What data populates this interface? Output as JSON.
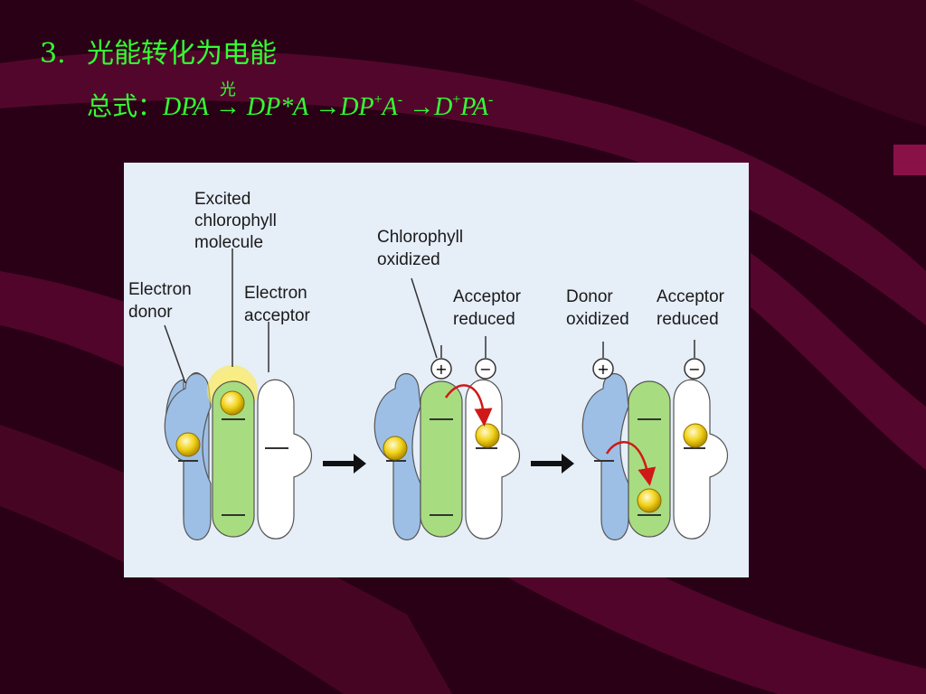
{
  "heading": {
    "number": "3.",
    "title": "光能转化为电能"
  },
  "formula": {
    "prefix": "总式：",
    "light": "光",
    "t1": "DPA",
    "arrow": "→",
    "t2": "DP*A",
    "t3": "DP",
    "t3sup": "+",
    "t4": "A",
    "t4sup": "-",
    "t5": "D",
    "t5sup": "+",
    "t6": "PA",
    "t6sup": "-"
  },
  "figure": {
    "labels": {
      "excited_l1": "Excited",
      "excited_l2": "chlorophyll",
      "excited_l3": "molecule",
      "donor_l1": "Electron",
      "donor_l2": "donor",
      "acceptor_l1": "Electron",
      "acceptor_l2": "acceptor",
      "chl_ox_l1": "Chlorophyll",
      "chl_ox_l2": "oxidized",
      "acc_red1_l1": "Acceptor",
      "acc_red1_l2": "reduced",
      "donor_ox_l1": "Donor",
      "donor_ox_l2": "oxidized",
      "acc_red2_l1": "Acceptor",
      "acc_red2_l2": "reduced"
    },
    "charges": {
      "plus": "+",
      "minus": "−"
    },
    "colors": {
      "donor": "#9dbfe6",
      "chlorophyll": "#a8dc80",
      "acceptor": "#ffffff",
      "electron": "#f2d21a",
      "arrow": "#d01818",
      "background": "#e6eef8"
    }
  }
}
